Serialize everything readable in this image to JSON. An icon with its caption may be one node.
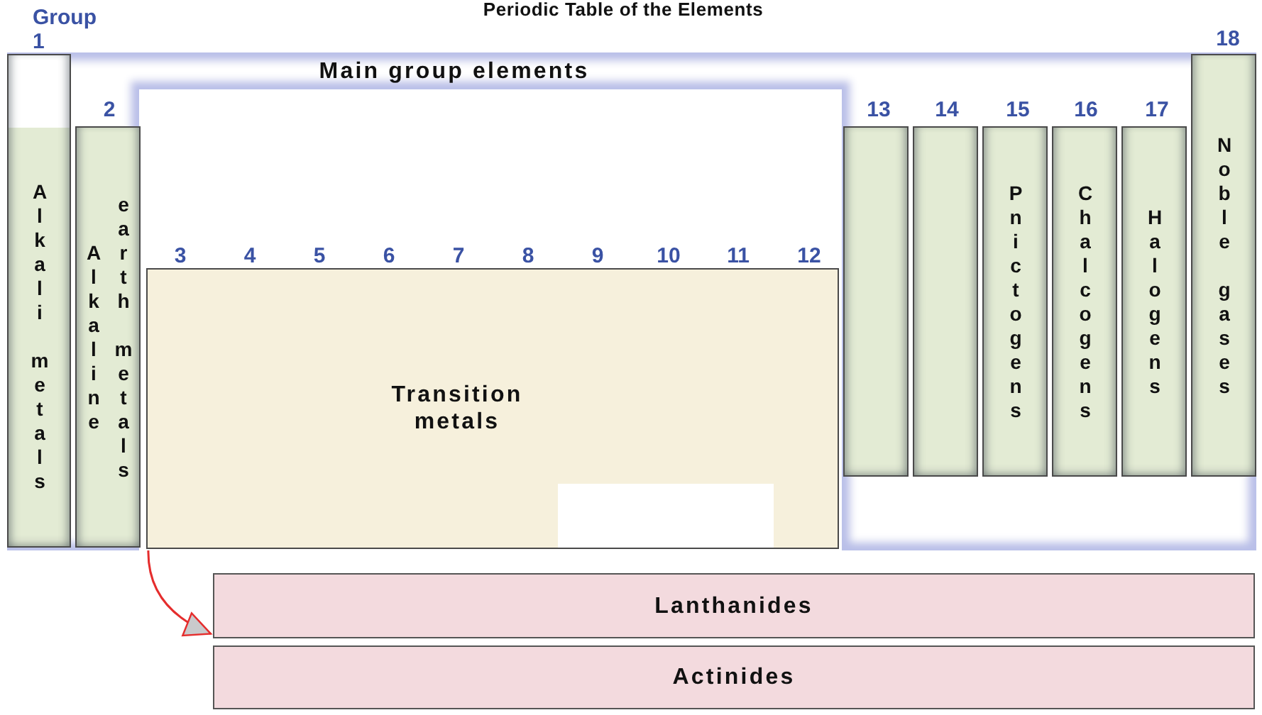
{
  "diagram": {
    "title": "Periodic Table of the Elements",
    "nodes": [
      {
        "text": [
          "Main group elements"
        ]
      },
      {
        "text": [
          "Group 1",
          "Alkali metals"
        ],
        "in": 0
      },
      {
        "text": [
          "2",
          "Alkaline earth metals"
        ],
        "in": 0
      },
      {
        "text": [
          "Transition metals"
        ],
        "beside": [
          "3",
          "4",
          "5",
          "6",
          "7",
          "8",
          "9",
          "10",
          "11",
          "12"
        ]
      },
      {
        "text": [
          "13"
        ],
        "in": 0
      },
      {
        "text": [
          "14"
        ],
        "in": 0
      },
      {
        "text": [
          "15",
          "Pnictogens"
        ],
        "in": 0
      },
      {
        "text": [
          "16",
          "Chalcogens"
        ],
        "in": 0
      },
      {
        "text": [
          "17",
          "Halogens"
        ],
        "in": 0
      },
      {
        "text": [
          "18",
          "Noble gases"
        ],
        "in": 0
      },
      {
        "text": [
          "Lanthanides"
        ]
      },
      {
        "text": [
          "Actinides"
        ]
      }
    ],
    "edges": [
      {
        "from": 3,
        "to": 10,
        "arrow": "to"
      }
    ]
  }
}
